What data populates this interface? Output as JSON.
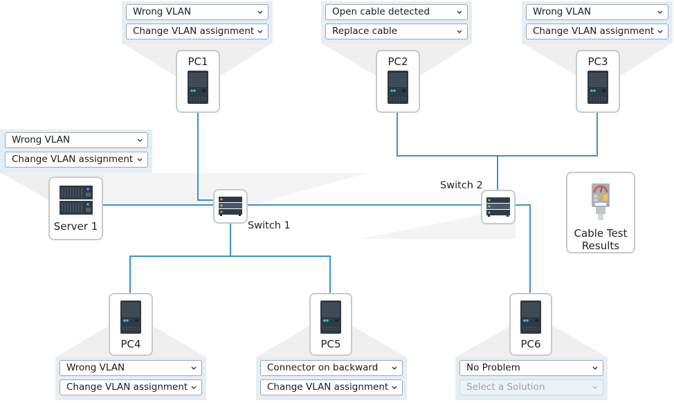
{
  "colors": {
    "wire": "#3a93c9",
    "panel": "#e3eef6",
    "shadow": "#f0f0f0"
  },
  "devices": {
    "pc1": {
      "label": "PC1",
      "icon": "desktop-tower-icon",
      "problem": "Wrong VLAN",
      "solution": "Change VLAN assignment"
    },
    "pc2": {
      "label": "PC2",
      "icon": "desktop-tower-icon",
      "problem": "Open cable detected",
      "solution": "Replace cable"
    },
    "pc3": {
      "label": "PC3",
      "icon": "desktop-tower-icon",
      "problem": "Wrong VLAN",
      "solution": "Change VLAN assignment"
    },
    "server1": {
      "label": "Server 1",
      "icon": "server-rack-icon",
      "problem": "Wrong VLAN",
      "solution": "Change VLAN assignment"
    },
    "pc4": {
      "label": "PC4",
      "icon": "desktop-tower-icon",
      "problem": "Wrong VLAN",
      "solution": "Change VLAN assignment"
    },
    "pc5": {
      "label": "PC5",
      "icon": "desktop-tower-icon",
      "problem": "Connector on backward",
      "solution": "Change VLAN assignment"
    },
    "pc6": {
      "label": "PC6",
      "icon": "desktop-tower-icon",
      "problem": "No Problem",
      "solution": "Select a Solution",
      "solution_disabled": true
    }
  },
  "switches": {
    "switch1": {
      "label": "Switch 1",
      "icon": "network-switch-icon"
    },
    "switch2": {
      "label": "Switch 2",
      "icon": "network-switch-icon"
    }
  },
  "cable_test": {
    "label_line1": "Cable Test",
    "label_line2": "Results",
    "icon": "cable-tester-icon"
  }
}
